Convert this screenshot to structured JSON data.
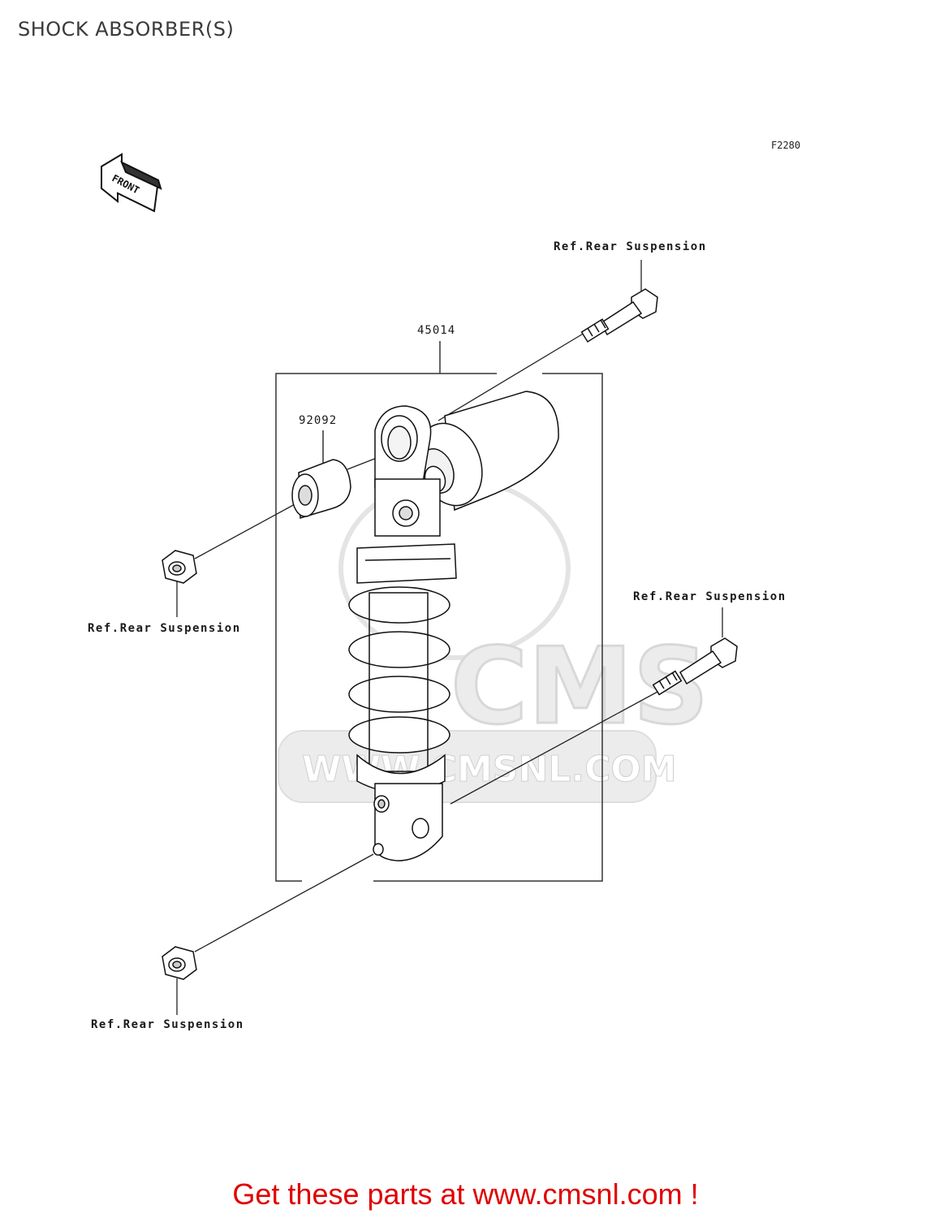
{
  "page": {
    "title": "SHOCK ABSORBER(S)",
    "figure_code": "F2280"
  },
  "front_marker": {
    "text": "FRONT"
  },
  "parts": {
    "shock_absorber": "45014",
    "collar": "92092"
  },
  "references": {
    "top_bolt": "Ref.Rear Suspension",
    "left_nut": "Ref.Rear Suspension",
    "right_bolt": "Ref.Rear Suspension",
    "bottom_nut": "Ref.Rear Suspension"
  },
  "watermark": {
    "logo": "CMS",
    "url": "WWW.CMSNL.COM"
  },
  "footer": {
    "text": "Get these parts at www.cmsnl.com !"
  },
  "colors": {
    "footer": "#e00000",
    "line": "#222222",
    "watermark": "#e6e6e6"
  }
}
